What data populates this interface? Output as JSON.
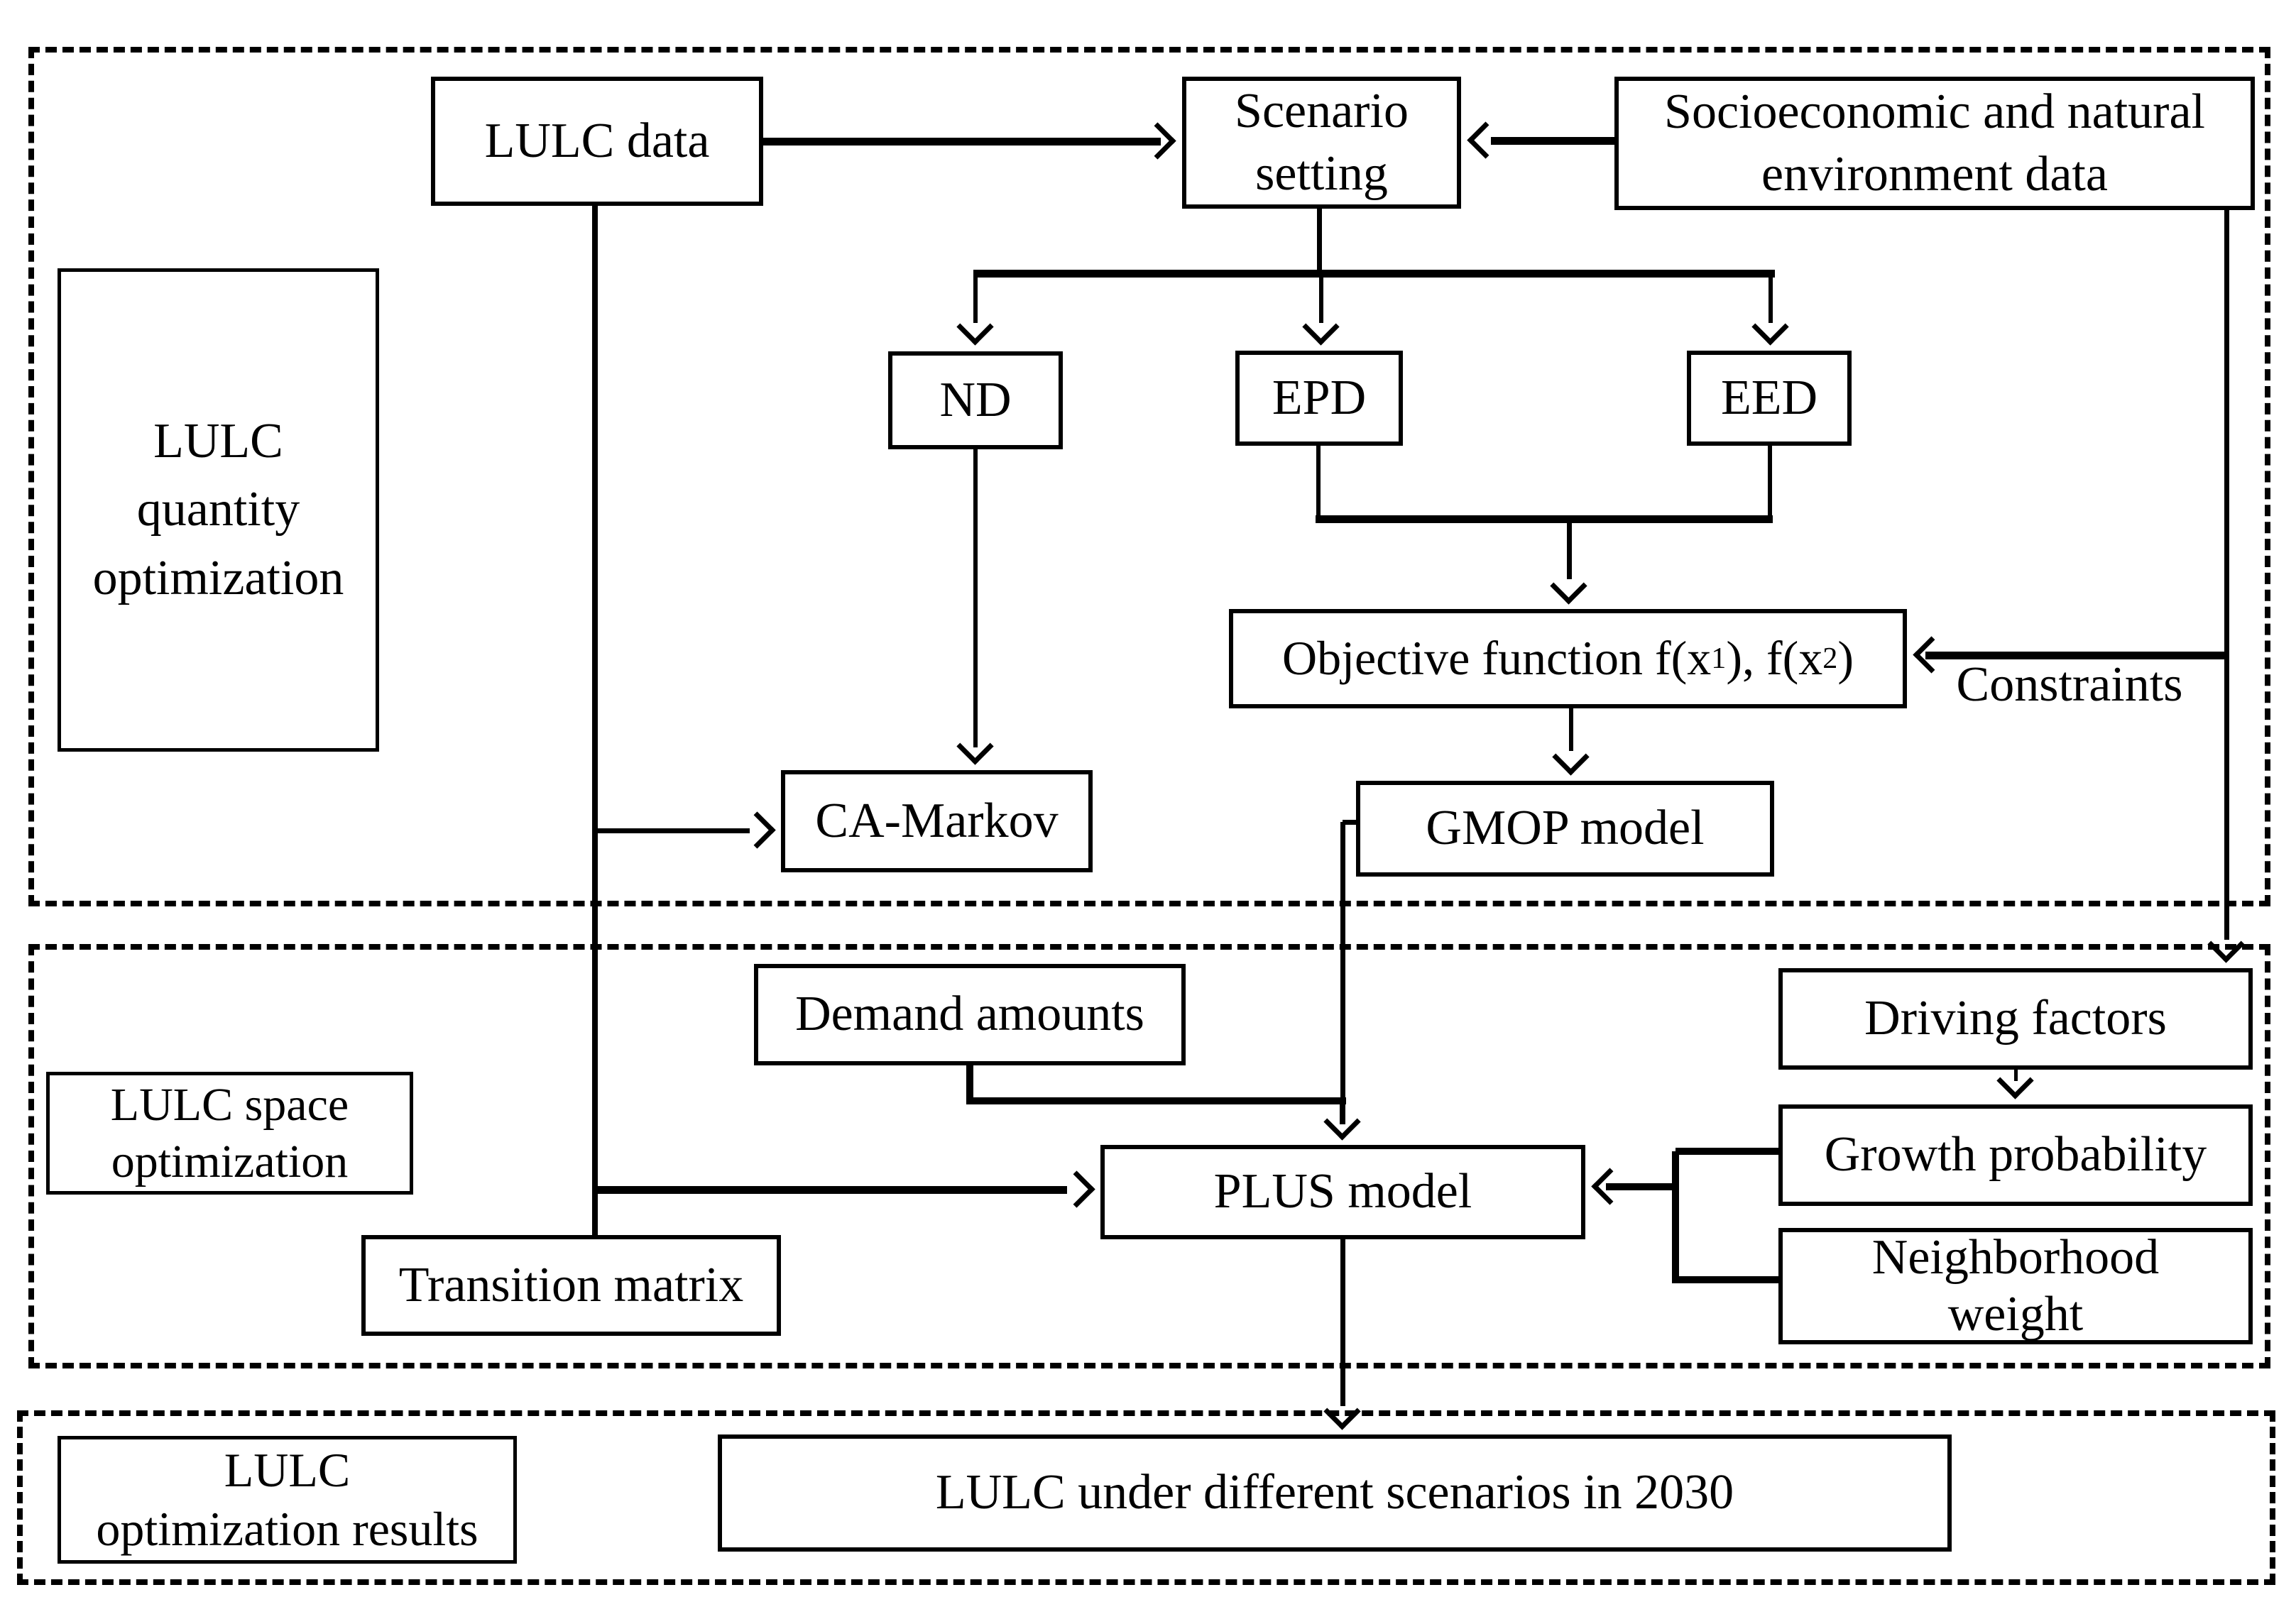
{
  "colors": {
    "line": "#000000",
    "background": "#ffffff"
  },
  "sections": {
    "quantity": {
      "line1": "LULC",
      "line2": "quantity",
      "line3": "optimization"
    },
    "space": {
      "line1": "LULC space",
      "line2": "optimization"
    },
    "results": {
      "line1": "LULC",
      "line2": "optimization results"
    }
  },
  "nodes": {
    "lulc_data": "LULC data",
    "scenario": {
      "line1": "Scenario",
      "line2": "setting"
    },
    "socio": {
      "line1": "Socioeconomic and natural",
      "line2": "environment data"
    },
    "nd": "ND",
    "epd": "EPD",
    "eed": "EED",
    "objective": {
      "pre": "Objective function f(x",
      "sub1": "1",
      "mid": "), f(x",
      "sub2": "2",
      "post": ")"
    },
    "constraints": "Constraints",
    "ca_markov": "CA-Markov",
    "gmop": "GMOP model",
    "demand": "Demand amounts",
    "driving": "Driving factors",
    "growth": "Growth probability",
    "neighborhood": {
      "line1": "Neighborhood",
      "line2": "weight"
    },
    "plus": "PLUS model",
    "transition": "Transition matrix",
    "result_2030": "LULC under different scenarios in 2030"
  }
}
